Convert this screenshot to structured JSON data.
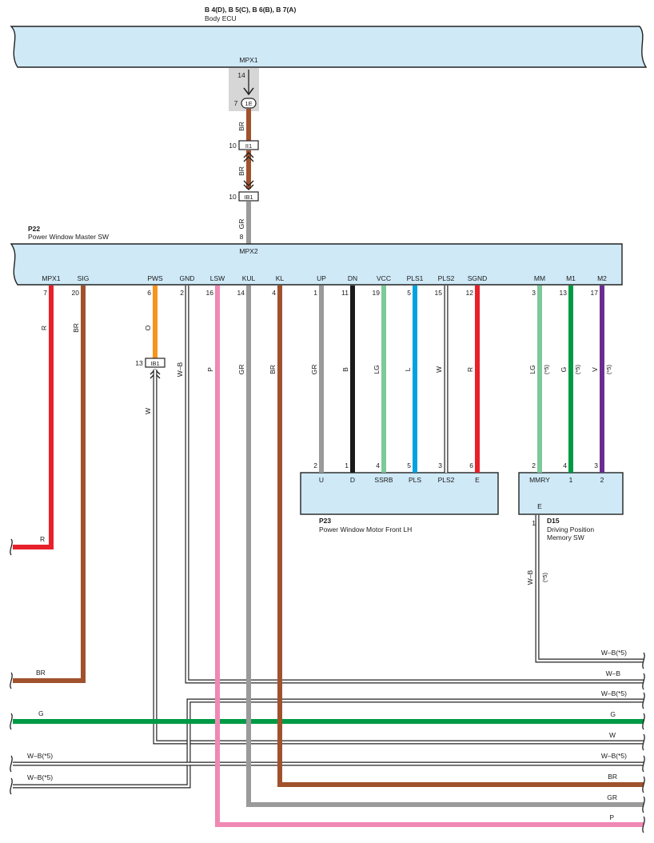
{
  "ecu": {
    "codes": "B 4(D), B 5(C), B 6(B), B 7(A)",
    "name": "Body ECU",
    "pin_label": "MPX1",
    "pin_num": "14"
  },
  "c1e": {
    "label": "1E",
    "num": "7"
  },
  "ii1": {
    "label": "II1",
    "num": "10"
  },
  "ib1_top": {
    "label": "IB1",
    "num": "10"
  },
  "ib1_pws": {
    "label": "IB1",
    "num": "13"
  },
  "p22": {
    "id": "P22",
    "name": "Power Window Master SW",
    "mpx2": "MPX2",
    "mpx2_pin": "8",
    "pins": [
      {
        "name": "MPX1",
        "num": "7"
      },
      {
        "name": "SIG",
        "num": "20"
      },
      {
        "name": "PWS",
        "num": "6"
      },
      {
        "name": "GND",
        "num": "2"
      },
      {
        "name": "LSW",
        "num": "16"
      },
      {
        "name": "KUL",
        "num": "14"
      },
      {
        "name": "KL",
        "num": "4"
      },
      {
        "name": "UP",
        "num": "1"
      },
      {
        "name": "DN",
        "num": "11"
      },
      {
        "name": "VCC",
        "num": "19"
      },
      {
        "name": "PLS1",
        "num": "5"
      },
      {
        "name": "PLS2",
        "num": "15"
      },
      {
        "name": "SGND",
        "num": "12"
      },
      {
        "name": "MM",
        "num": "3"
      },
      {
        "name": "M1",
        "num": "13"
      },
      {
        "name": "M2",
        "num": "17"
      }
    ]
  },
  "p23": {
    "id": "P23",
    "name": "Power Window Motor Front LH",
    "pins": [
      {
        "name": "U",
        "num": "2"
      },
      {
        "name": "D",
        "num": "1"
      },
      {
        "name": "SSRB",
        "num": "4"
      },
      {
        "name": "PLS",
        "num": "5"
      },
      {
        "name": "PLS2",
        "num": "3"
      },
      {
        "name": "E",
        "num": "6"
      }
    ]
  },
  "d15": {
    "id": "D15",
    "name1": "Driving Position",
    "name2": "Memory SW",
    "pins": [
      {
        "name": "MMRY",
        "num": "2"
      },
      {
        "name": "1",
        "num": "4"
      },
      {
        "name": "2",
        "num": "3"
      }
    ],
    "e_label": "E",
    "e_num": "1"
  },
  "wire_labels": {
    "top_br1": "BR",
    "top_br2": "BR",
    "top_gr": "GR",
    "mpx1": "R",
    "sig": "BR",
    "pws": "O",
    "pws_w": "W",
    "gnd": "W–B",
    "lsw": "P",
    "kul": "GR",
    "kl": "BR",
    "up": "GR",
    "dn": "B",
    "vcc": "LG",
    "pls1": "L",
    "pls2": "W",
    "sgnd": "R",
    "mm": "LG",
    "mm_note": "(*5)",
    "m1": "G",
    "m1_note": "(*5)",
    "m2": "V",
    "m2_note": "(*5)",
    "d15_e": "W–B",
    "d15_e_note": "(*5)"
  },
  "bottom_labels": {
    "left_r": "R",
    "left_br": "BR",
    "left_g": "G",
    "left_wb1": "W–B(*5)",
    "left_wb2": "W–B(*5)",
    "r1": "W–B(*5)",
    "r2": "W–B",
    "r3": "W–B(*5)",
    "r4": "G",
    "r5": "W",
    "r6": "W–B(*5)",
    "r7": "BR",
    "r8": "GR",
    "r9": "P"
  },
  "colors": {
    "box_fill": "#cfe9f7",
    "red": "#e8202a",
    "brown": "#a0522d",
    "orange": "#f7941d",
    "pink": "#f088b4",
    "gray": "#9a9a9a",
    "black": "#1a1a1a",
    "lightgreen": "#7cc99a",
    "blue": "#00a3e0",
    "green": "#009a44",
    "violet": "#6b2c91",
    "shade": "#d6d6d6"
  }
}
